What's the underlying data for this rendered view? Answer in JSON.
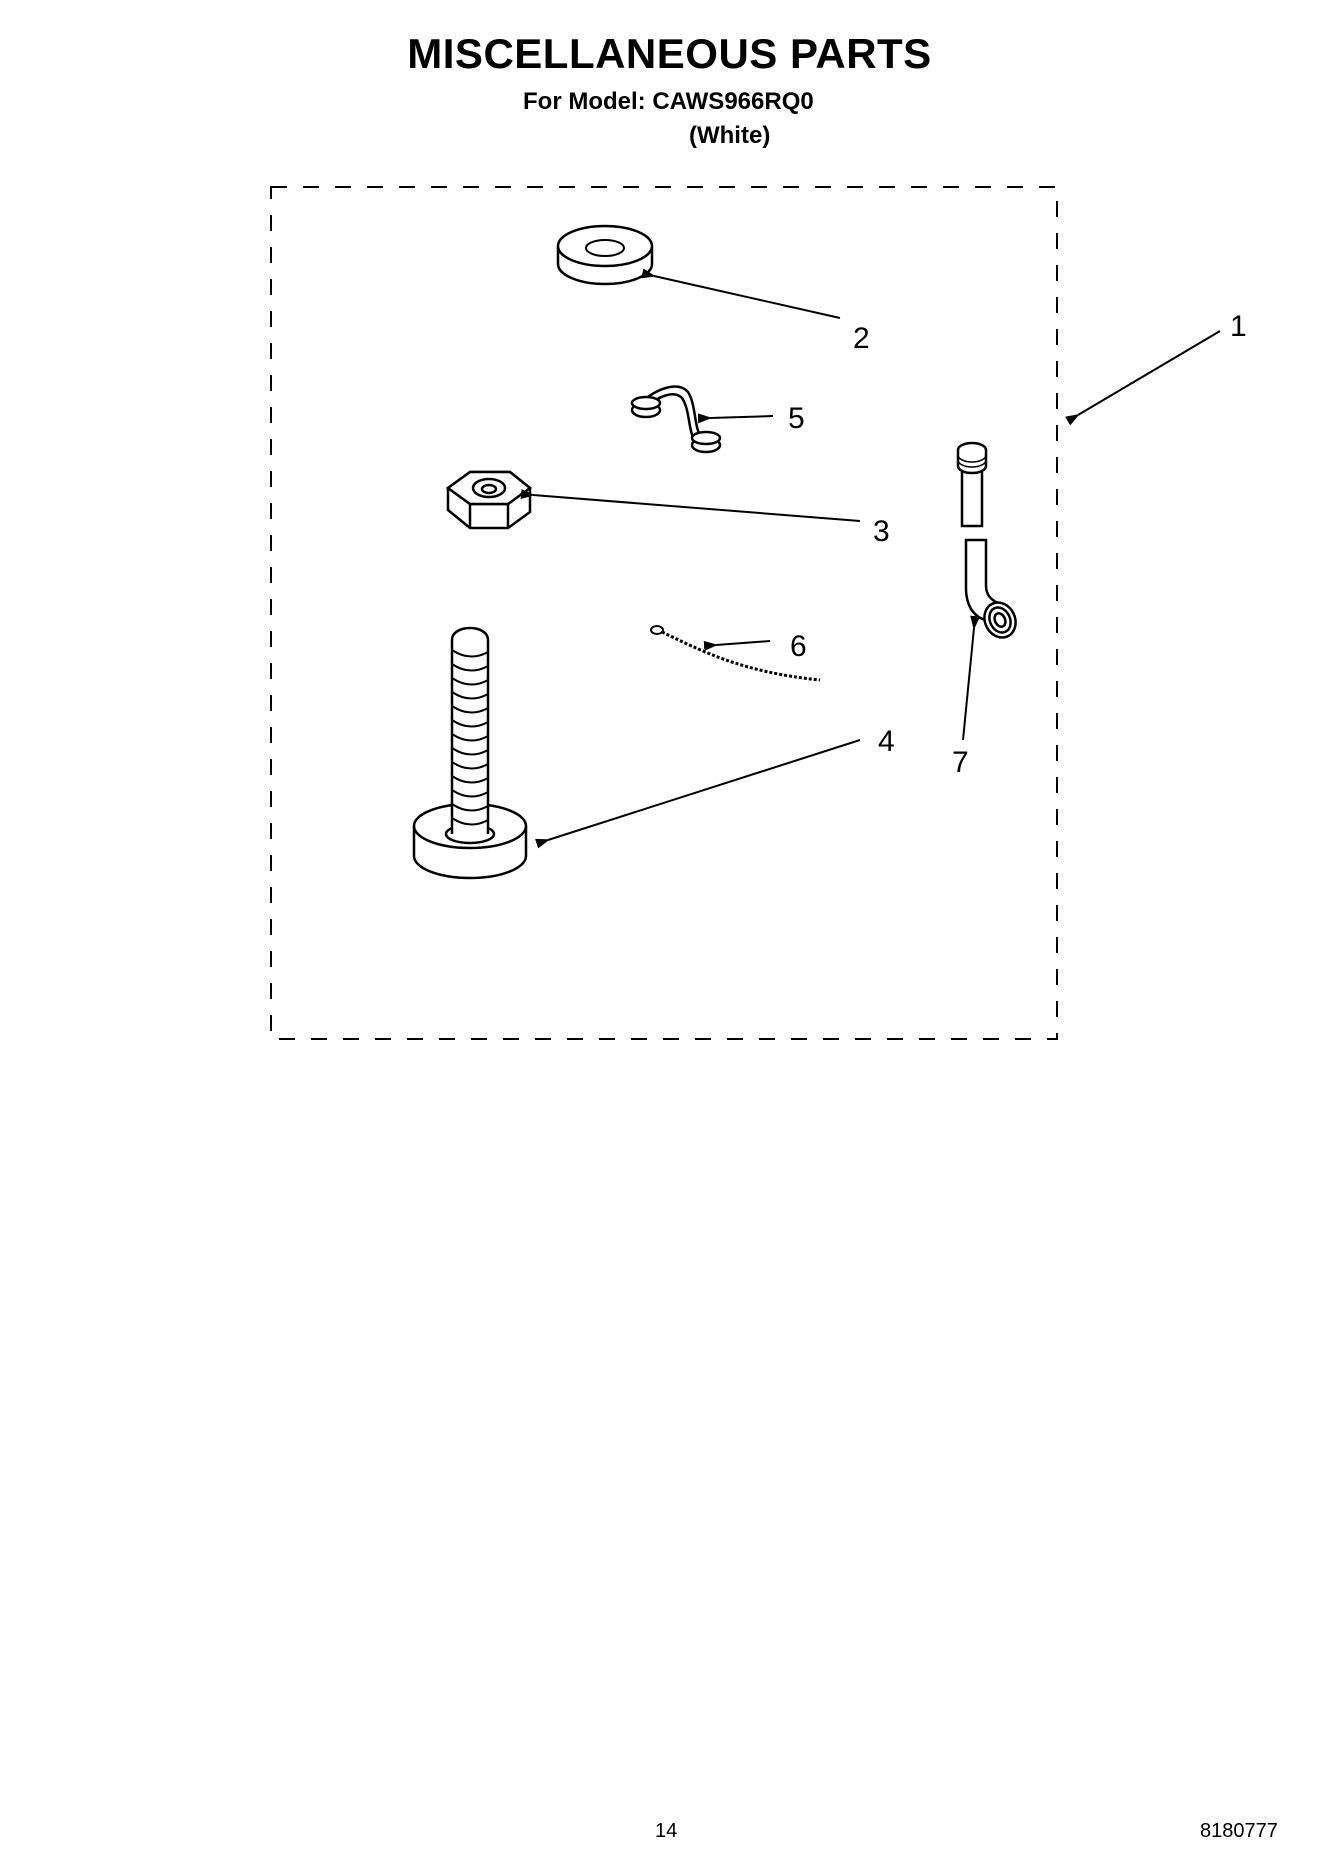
{
  "header": {
    "title": "MISCELLANEOUS PARTS",
    "model_line": "For Model: CAWS966RQ0",
    "color_line": "(White)"
  },
  "diagram": {
    "callouts": [
      "1",
      "2",
      "3",
      "4",
      "5",
      "6",
      "7"
    ]
  },
  "footer": {
    "page_number": "14",
    "doc_number": "8180777"
  }
}
